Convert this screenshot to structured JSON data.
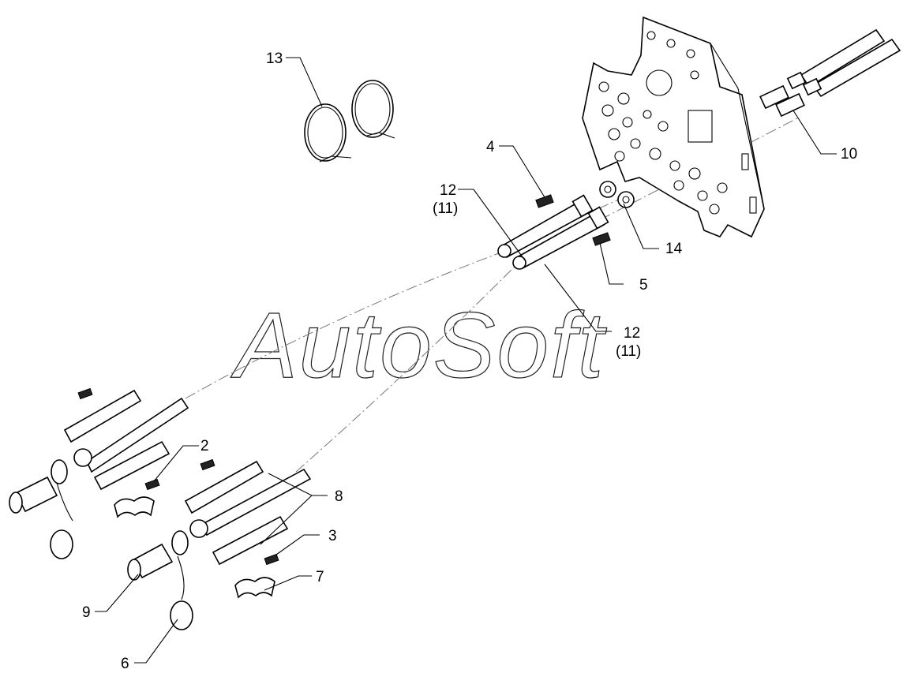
{
  "watermark": "AutoSoft",
  "callouts": {
    "c13": "13",
    "c4": "4",
    "c12a": "12",
    "c11a": "(11)",
    "c10": "10",
    "c14": "14",
    "c5": "5",
    "c12b": "12",
    "c11b": "(11)",
    "c2": "2",
    "c8": "8",
    "c3": "3",
    "c7": "7",
    "c9": "9",
    "c6": "6"
  }
}
